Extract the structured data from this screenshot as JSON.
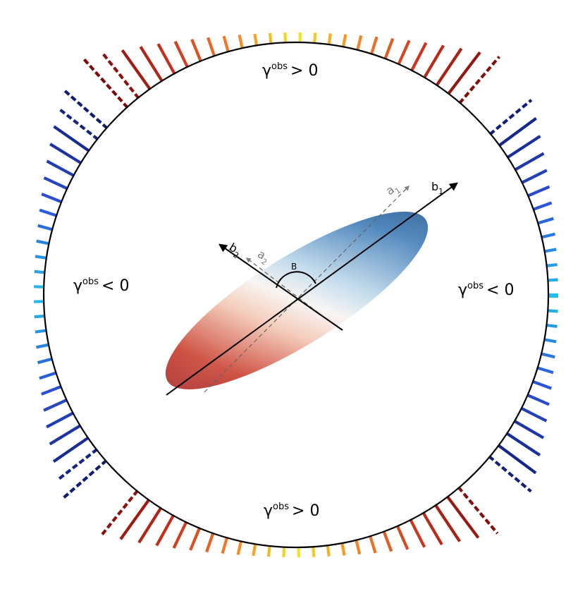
{
  "labels": {
    "gamma_symbol": "γ",
    "obs_superscript": "obs",
    "top": {
      "relation": "> 0"
    },
    "bottom": {
      "relation": "> 0"
    },
    "left": {
      "relation": "< 0"
    },
    "right": {
      "relation": "< 0"
    }
  },
  "axes": {
    "b1": "b",
    "b1_sub": "1",
    "b2": "b",
    "b2_sub": "2",
    "a1": "a",
    "a1_sub": "1",
    "a2": "a",
    "a2_sub": "2",
    "angle": "B"
  },
  "colors": {
    "dark_red": "#7a0a08",
    "red": "#c8321e",
    "orange": "#f5822a",
    "yellow": "#f5e61e",
    "dark_blue": "#0d1a6e",
    "blue": "#2b4fd6",
    "light_blue": "#23c0ea",
    "ellipse_red": "#a50f15",
    "ellipse_blue": "#08306b"
  }
}
